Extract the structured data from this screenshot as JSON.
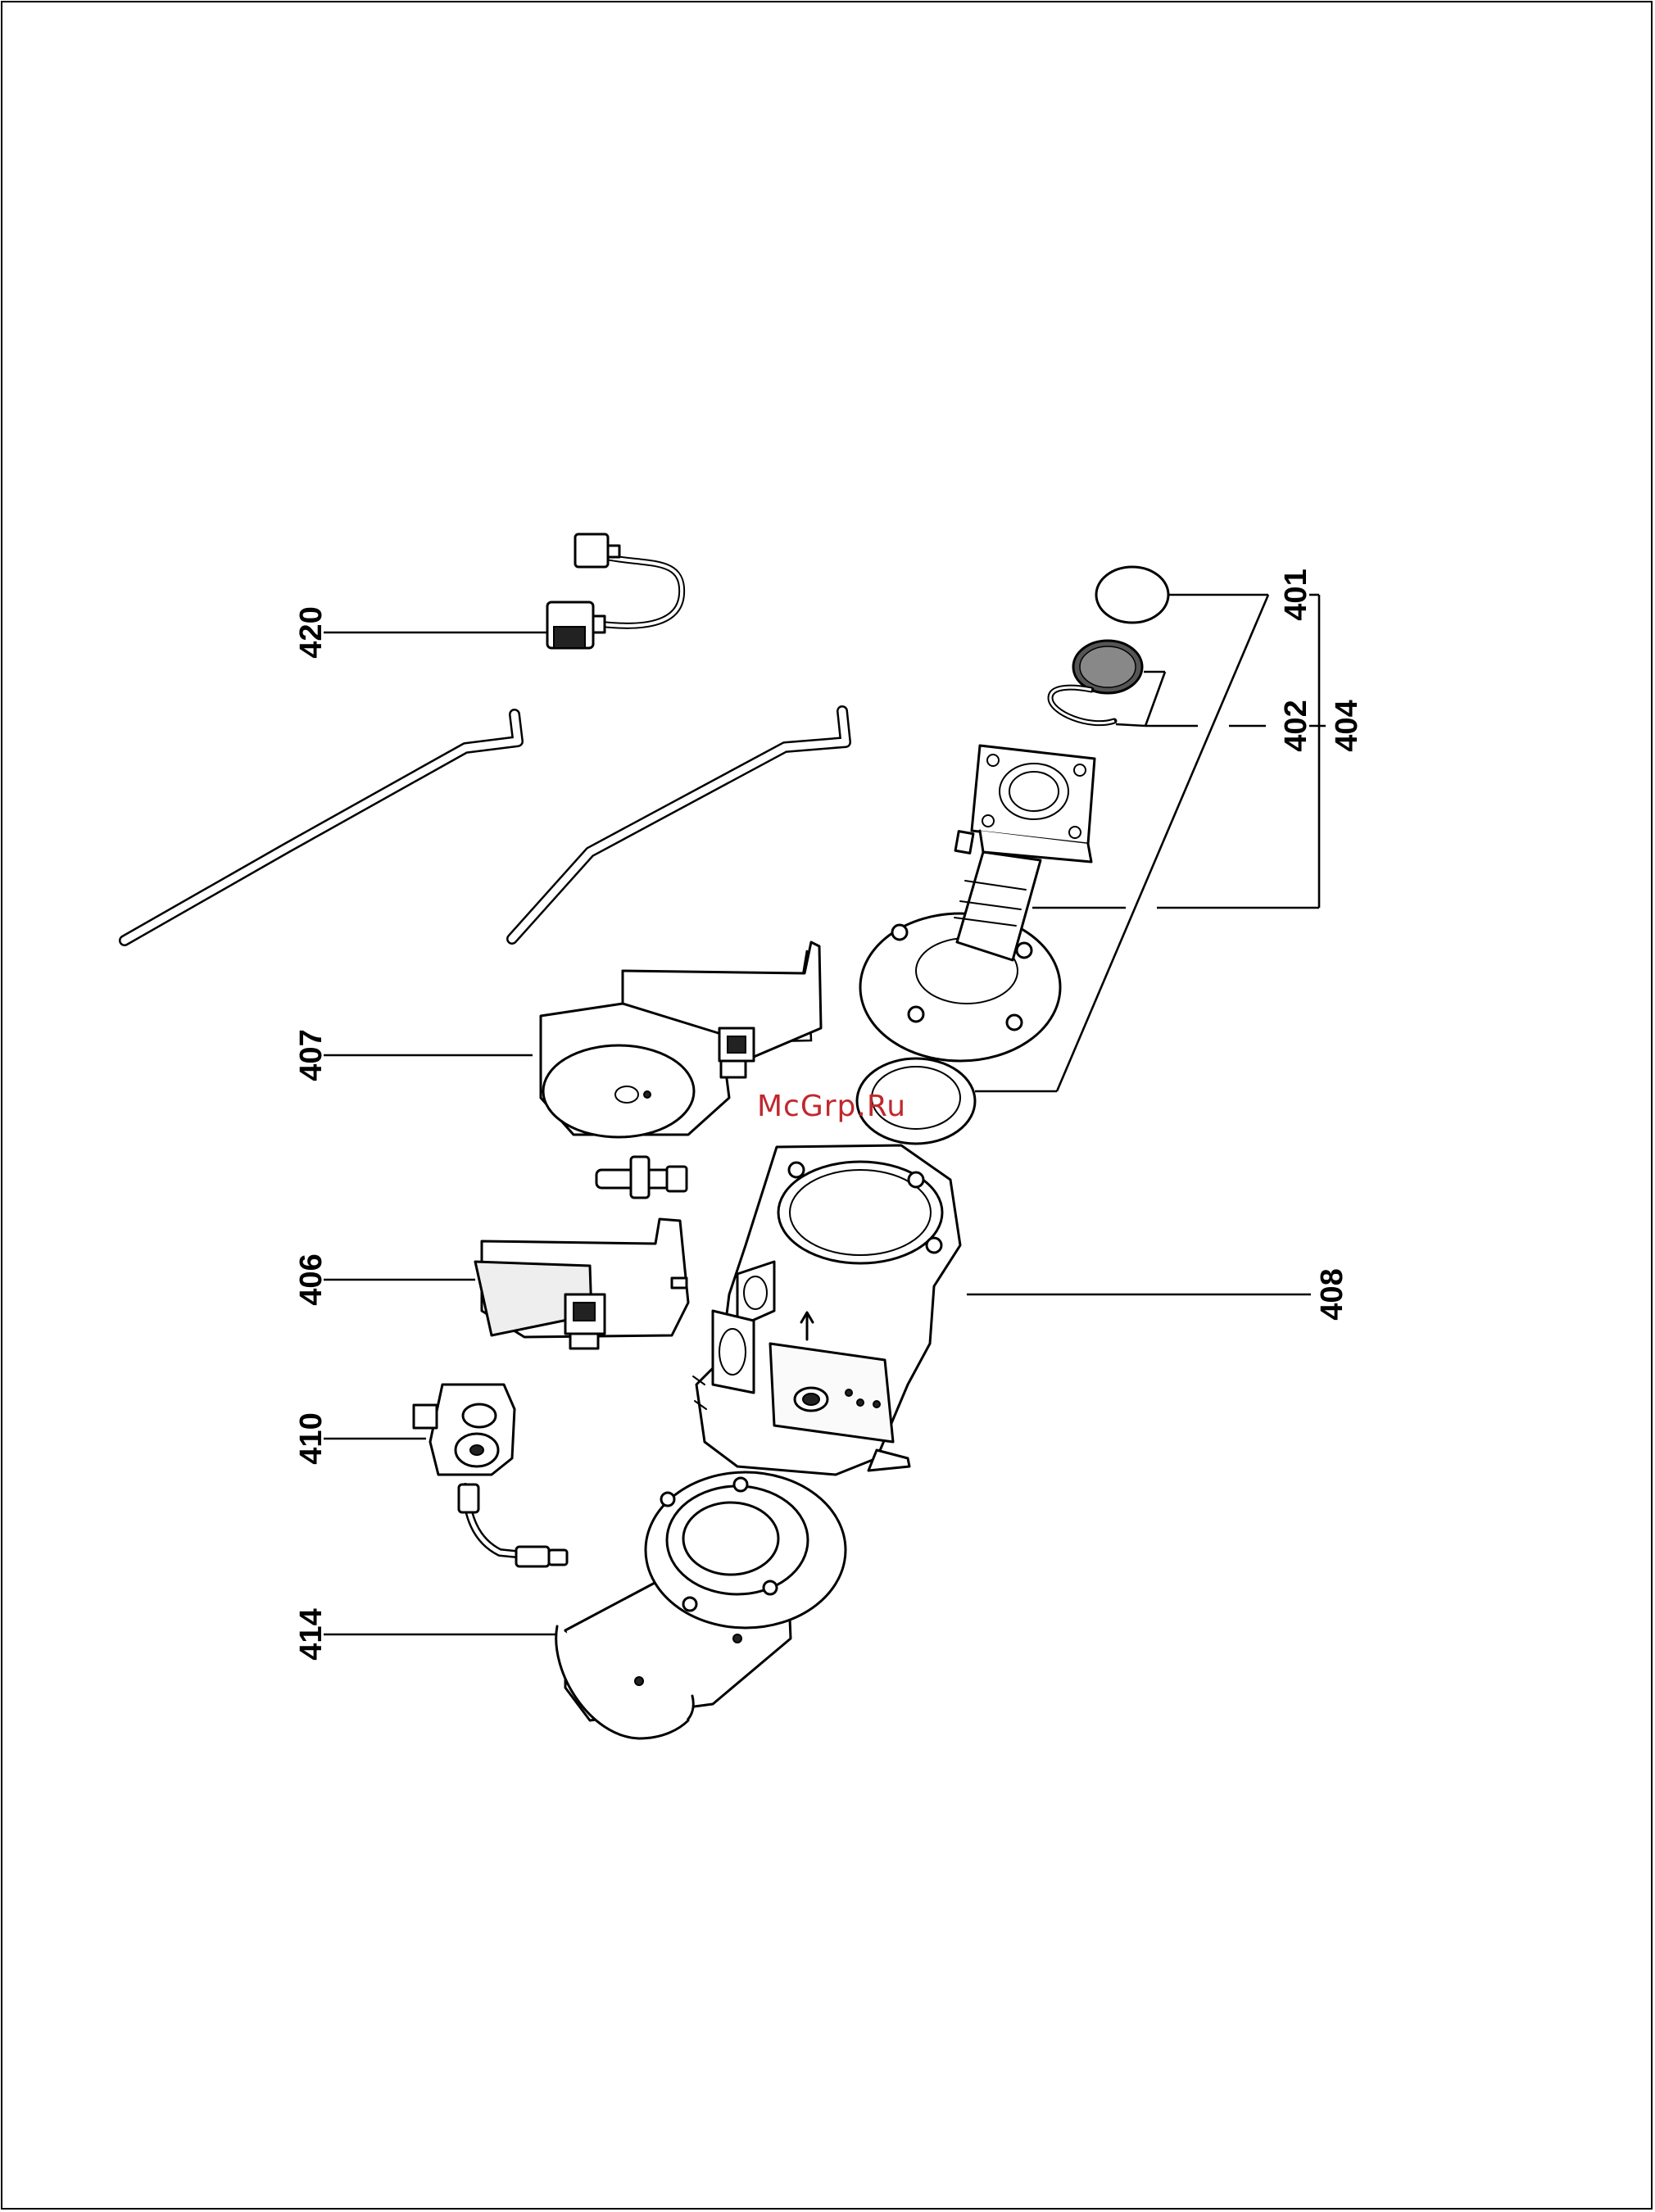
{
  "diagram": {
    "watermark": "McGrp.Ru",
    "parts": [
      {
        "id": "401",
        "label": "401"
      },
      {
        "id": "402",
        "label": "402"
      },
      {
        "id": "404",
        "label": "404"
      },
      {
        "id": "406",
        "label": "406"
      },
      {
        "id": "407",
        "label": "407"
      },
      {
        "id": "408",
        "label": "408"
      },
      {
        "id": "410",
        "label": "410"
      },
      {
        "id": "414",
        "label": "414"
      },
      {
        "id": "420",
        "label": "420"
      }
    ]
  }
}
